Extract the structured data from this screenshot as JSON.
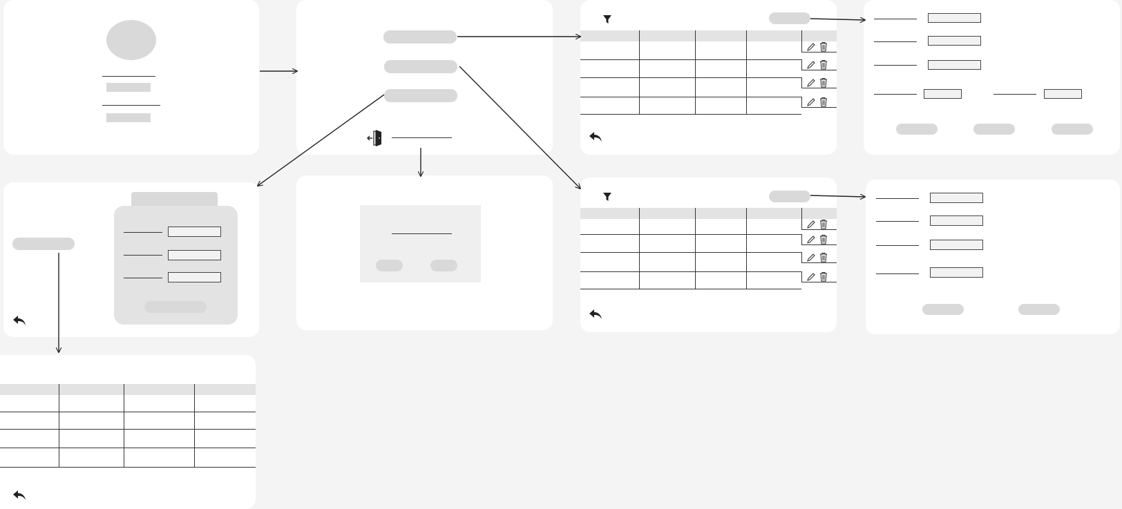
{
  "diagram": {
    "kind": "wireframe-flow",
    "colors": {
      "background": "#f4f4f4",
      "card": "#ffffff",
      "placeholder": "#d9d9d9",
      "panel": "#e3e3e3",
      "line": "#222222"
    },
    "screens": {
      "login": {
        "blocks": [
          "avatar",
          "username-field",
          "password-field"
        ]
      },
      "menu": {
        "menu_items": 3,
        "logout": {
          "icon": "logout-door-icon"
        }
      },
      "list_a": {
        "filter_icon": "filter-icon",
        "row_actions": [
          "edit-pencil-icon",
          "delete-trash-icon"
        ],
        "rows": 4,
        "columns": 5,
        "back_icon": "back-arrow-icon"
      },
      "list_b": {
        "filter_icon": "filter-icon",
        "row_actions": [
          "edit-pencil-icon",
          "delete-trash-icon"
        ],
        "rows": 4,
        "columns": 5,
        "back_icon": "back-arrow-icon"
      },
      "form_a": {
        "fields": 5,
        "buttons": 3
      },
      "form_b": {
        "fields": 4,
        "buttons": 2
      },
      "search": {
        "fields": 3,
        "buttons": 1,
        "back_icon": "back-arrow-icon"
      },
      "logout_confirm": {
        "buttons": 2
      },
      "report": {
        "rows": 4,
        "columns": 4,
        "back_icon": "back-arrow-icon"
      }
    },
    "edges": [
      [
        "login",
        "menu"
      ],
      [
        "menu",
        "list_a"
      ],
      [
        "menu",
        "list_b"
      ],
      [
        "menu",
        "search"
      ],
      [
        "menu",
        "logout_confirm"
      ],
      [
        "list_a",
        "form_a"
      ],
      [
        "list_b",
        "form_b"
      ],
      [
        "search",
        "report"
      ]
    ]
  }
}
